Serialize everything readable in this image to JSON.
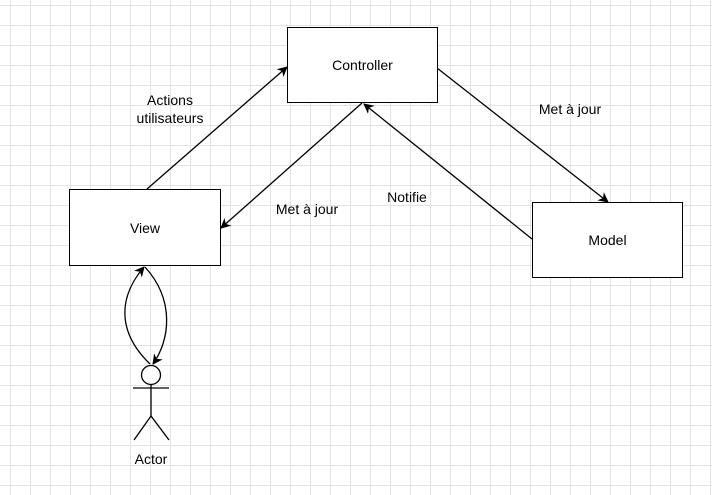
{
  "nodes": {
    "controller": {
      "label": "Controller"
    },
    "view": {
      "label": "View"
    },
    "model": {
      "label": "Model"
    },
    "actor": {
      "label": "Actor"
    }
  },
  "edges": {
    "view_to_controller": {
      "label_line1": "Actions",
      "label_line2": "utilisateurs"
    },
    "controller_to_view": {
      "label": "Met à jour"
    },
    "controller_to_model": {
      "label": "Met à jour"
    },
    "model_to_controller": {
      "label": "Notifie"
    }
  }
}
